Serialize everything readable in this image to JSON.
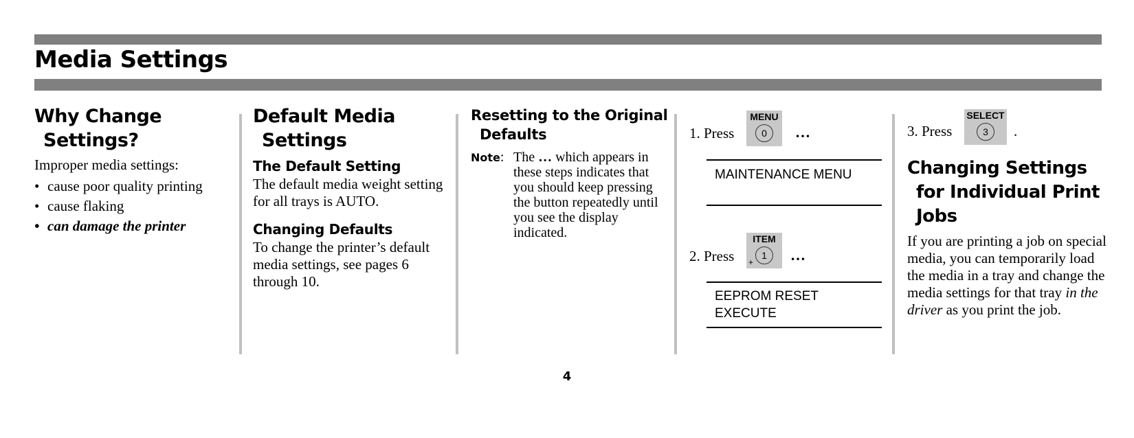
{
  "header": {
    "title": "Media Settings"
  },
  "col1": {
    "heading_line1": "Why Change",
    "heading_line2": "Settings?",
    "intro": "Improper media settings:",
    "bullets": [
      "cause poor quality printing",
      "cause flaking",
      "can damage the printer"
    ]
  },
  "col2": {
    "heading_line1": "Default Media",
    "heading_line2": "Settings",
    "sub1": "The Default Setting",
    "text1": "The default media weight setting for all trays is AUTO.",
    "sub2": "Changing Defaults",
    "text2": "To change the printer’s default media settings, see pages 6 through 10."
  },
  "col3": {
    "heading_line1": "Resetting to the Original",
    "heading_line2": "Defaults",
    "note_label": "Note",
    "note_colon": ":",
    "note_text_pre": "The ",
    "note_text_ellipsis": "…",
    "note_text_post": " which appears in these steps indicates that you should keep pressing the button repeatedly until you see the display indicated."
  },
  "col4": {
    "step1": {
      "prefix": "1. Press",
      "key_label": "MENU",
      "key_num": "0",
      "suffix": "…"
    },
    "display1": "MAINTENANCE MENU",
    "step2": {
      "prefix": "2. Press",
      "key_label": "ITEM",
      "key_num": "1",
      "key_extra": "+",
      "suffix": "…"
    },
    "display2_line1": "EEPROM RESET",
    "display2_line2": "EXECUTE"
  },
  "col5": {
    "step3": {
      "prefix": "3. Press",
      "key_label": "SELECT",
      "key_num": "3",
      "suffix": "."
    },
    "heading_line1": "Changing Settings",
    "heading_line2": "for Individual Print",
    "heading_line3": "Jobs",
    "text_pre": "If you are printing a job on special media, you can temporarily load the media in a tray and change the media settings for that tray ",
    "text_italic": "in the driver",
    "text_post": " as you print the job."
  },
  "footer": {
    "page_number": "4"
  },
  "colors": {
    "bar": "#808080",
    "divider": "#c0c0c0",
    "key_bg": "#c8c8c8"
  }
}
